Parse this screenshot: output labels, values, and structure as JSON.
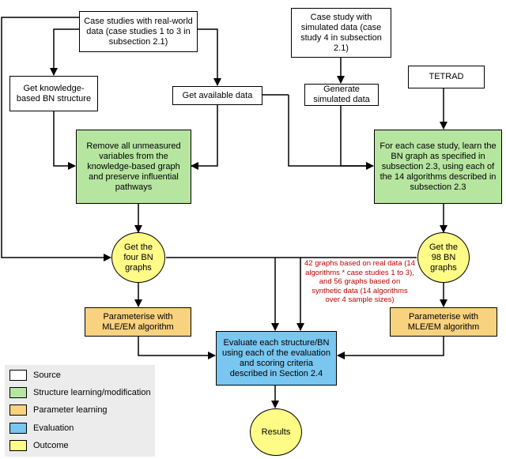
{
  "nodes": {
    "real_world": "Case studies with real-world data (case studies 1 to 3 in subsection 2.1)",
    "simulated": "Case study with simulated data (case study 4 in subsection 2.1)",
    "knowledge_bn": "Get knowledge-based BN structure",
    "get_data": "Get available data",
    "generate": "Generate simulated data",
    "tetrad": "TETRAD",
    "remove": "Remove all unmeasured variables from the knowledge-based graph and preserve influential pathways",
    "learn": "For each case study, learn the BN graph as specified in subsection 2.3, using each of the 14 algorithms described in subsection 2.3",
    "four_bn": "Get the four BN graphs",
    "ninetyeight_bn": "Get the 98 BN graphs",
    "param_left": "Parameterise with MLE/EM algorithm",
    "param_right": "Parameterise with MLE/EM algorithm",
    "evaluate": "Evaluate each structure/BN using each of the evaluation and scoring criteria described in Section 2.4",
    "results": "Results"
  },
  "annotation": "42 graphs based on real data (14 algorithms * case studies 1 to 3), and 56 graphs based on synthetic data (14 algorithms over 4 sample sizes)",
  "legend": {
    "source": "Source",
    "structure": "Structure learning/modification",
    "parameter": "Parameter learning",
    "evaluation": "Evaluation",
    "outcome": "Outcome"
  },
  "colors": {
    "source": "#ffffff",
    "structure": "#b6e5a0",
    "parameter": "#f8d27e",
    "evaluation": "#79c6f0",
    "outcome": "#fefb86",
    "annotation": "#c00000"
  }
}
